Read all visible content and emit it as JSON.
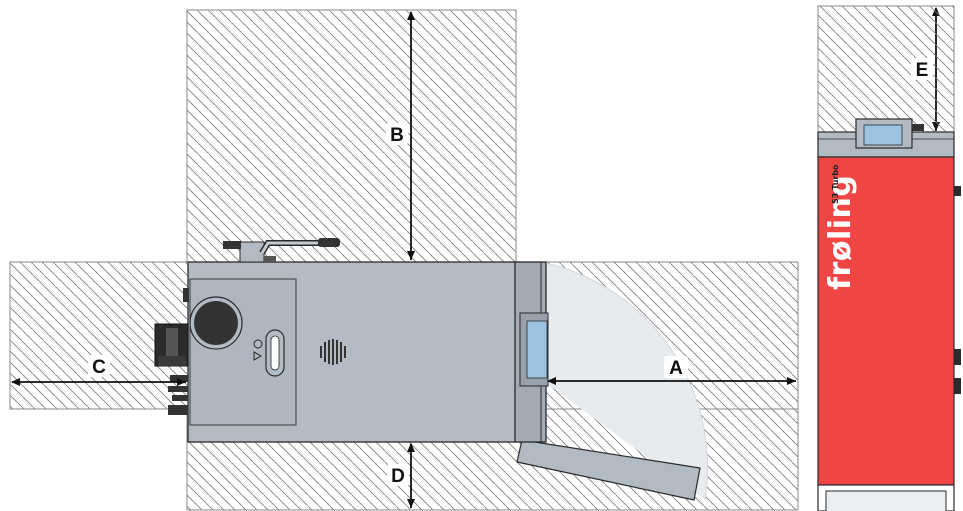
{
  "diagram": {
    "dimension_labels": {
      "a": "A",
      "b": "B",
      "c": "C",
      "d": "D",
      "e": "E"
    },
    "brand_text": "frøling",
    "model_text": "S3 Turbo",
    "colors": {
      "housing": "#b2bac4",
      "housing_dark": "#98a1ac",
      "body_red": "#f04545",
      "glass": "#9cc3e2",
      "door_sweep": "#e8ebee",
      "hatch": "#7a7a7a",
      "outline": "#2a2a2a"
    }
  }
}
